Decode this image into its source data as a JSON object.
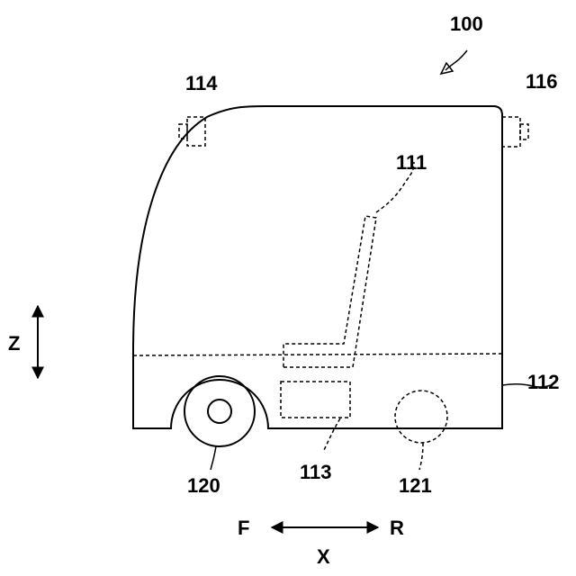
{
  "labels": {
    "vehicle": "100",
    "seat": "111",
    "body": "112",
    "battery": "113",
    "front_sensor": "114",
    "rear_sensor": "116",
    "front_wheel": "120",
    "rear_wheel": "121",
    "axis_z": "Z",
    "axis_x": "X",
    "front_dir": "F",
    "rear_dir": "R"
  },
  "colors": {
    "line": "#000000",
    "background": "#ffffff"
  }
}
